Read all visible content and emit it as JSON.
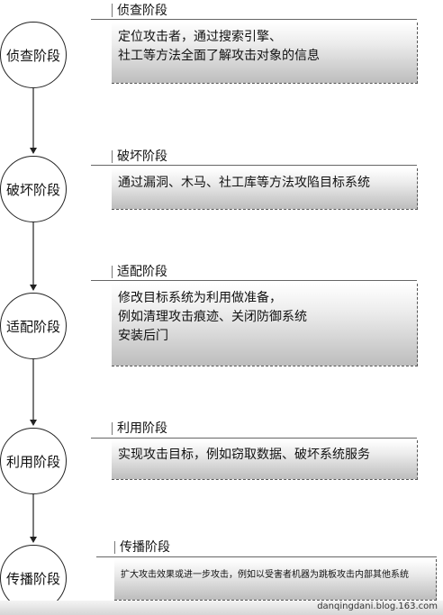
{
  "stages": [
    {
      "node": "侦查阶段",
      "title": "侦查阶段",
      "lines": [
        "定位攻击者，通过搜索引擎、",
        "社工等方法全面了解攻击对象的信息"
      ]
    },
    {
      "node": "破坏阶段",
      "title": "破坏阶段",
      "lines": [
        "通过漏洞、木马、社工库等方法攻陷目标系统"
      ]
    },
    {
      "node": "适配阶段",
      "title": "适配阶段",
      "lines": [
        "修改目标系统为利用做准备，",
        "例如清理攻击痕迹、关闭防御系统",
        "安装后门"
      ]
    },
    {
      "node": "利用阶段",
      "title": "利用阶段",
      "lines": [
        "实现攻击目标，例如窃取数据、破坏系统服务"
      ]
    },
    {
      "node": "传播阶段",
      "title": "传播阶段",
      "lines": [
        "扩大攻击效果或进一步攻击，例如以受害者机器为跳板攻击内部其他系统"
      ]
    }
  ],
  "watermark": "danqingdani.blog.163.com"
}
